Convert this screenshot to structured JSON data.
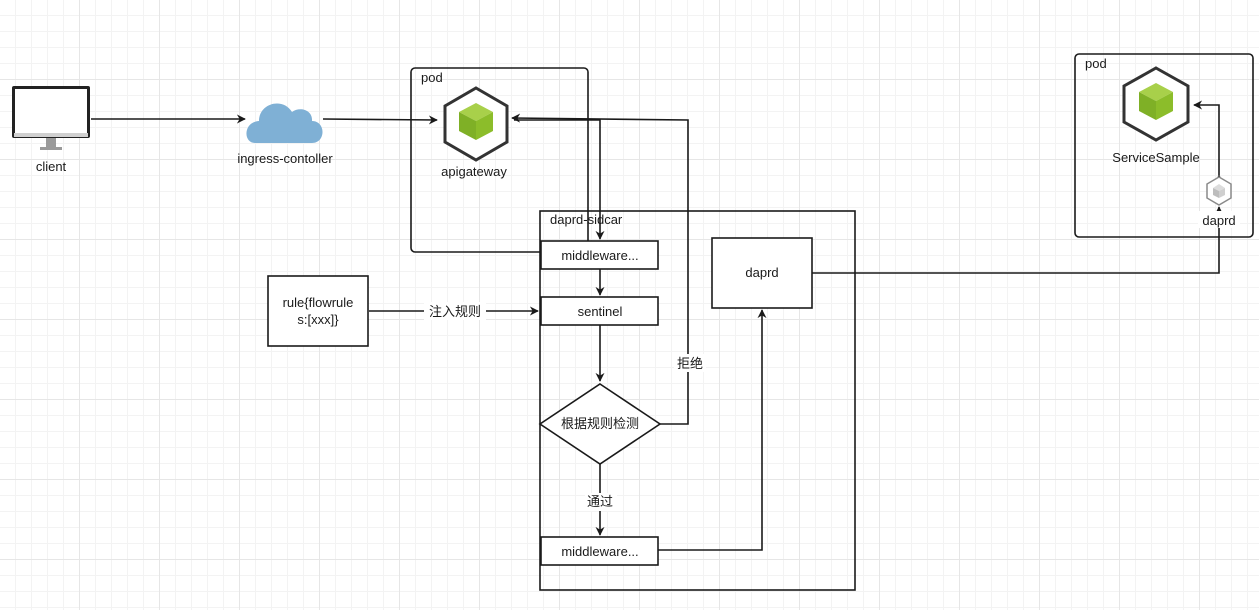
{
  "nodes": {
    "client": "client",
    "ingress": "ingress-contoller",
    "pod_left": "pod",
    "apigateway": "apigateway",
    "sidecar": "daprd-sidcar",
    "middleware_top": "middleware...",
    "sentinel": "sentinel",
    "check": "根据规则检测",
    "middleware_bottom": "middleware...",
    "daprd_box": "daprd",
    "rule_line1": "rule{flowrule",
    "rule_line2": "s:[xxx]}",
    "pod_right": "pod",
    "service_sample": "ServiceSample",
    "daprd_small": "daprd"
  },
  "edges": {
    "inject": "注入规则",
    "reject": "拒绝",
    "pass": "通过"
  },
  "colors": {
    "cloud": "#7fb0d5",
    "cube_green": "#8cbd2a",
    "stroke": "#1a1a1a",
    "small_cube": "#c8c8c8"
  }
}
